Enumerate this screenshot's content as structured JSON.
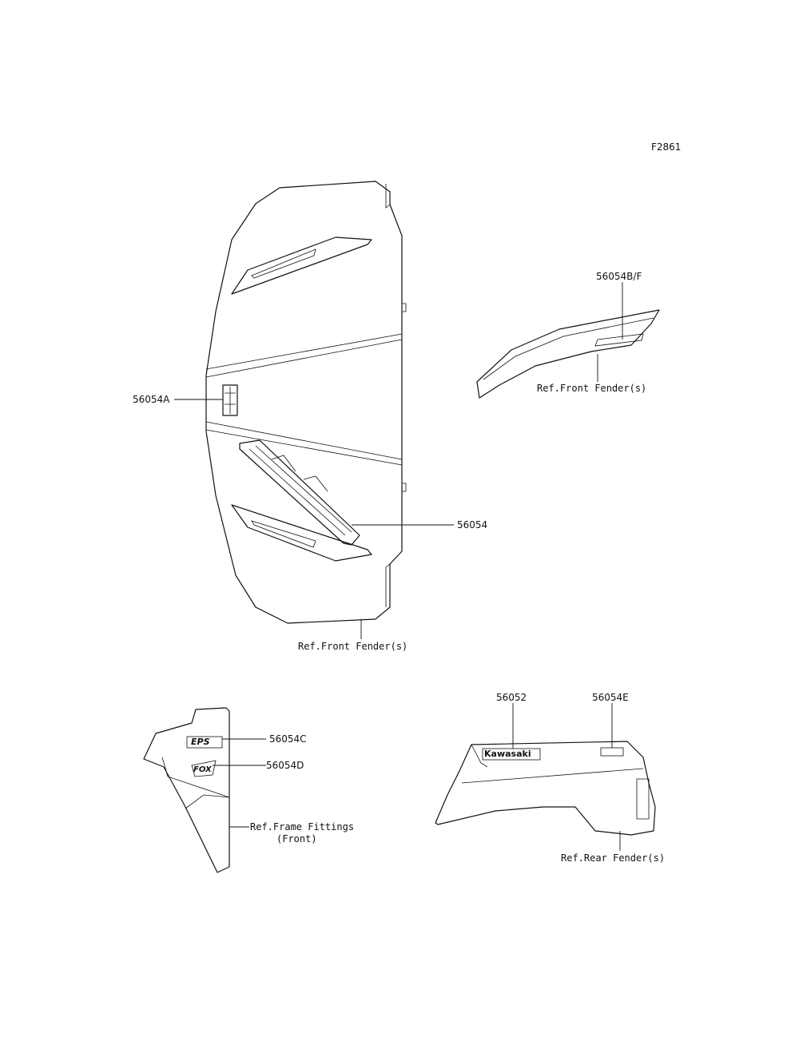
{
  "figure_code": "F2861",
  "callouts": {
    "p56054A": "56054A",
    "p56054": "56054",
    "p56054BF": "56054B/F",
    "p56054C": "56054C",
    "p56054D": "56054D",
    "p56052": "56052",
    "p56054E": "56054E"
  },
  "references": {
    "front_fender_main": "Ref.Front Fender(s)",
    "front_fender_side": "Ref.Front Fender(s)",
    "frame_fittings_line1": "Ref.Frame Fittings",
    "frame_fittings_line2": "(Front)",
    "rear_fender": "Ref.Rear Fender(s)"
  },
  "decals": {
    "brand": "Kawasaki",
    "eps": "EPS",
    "fox": "FOX"
  }
}
